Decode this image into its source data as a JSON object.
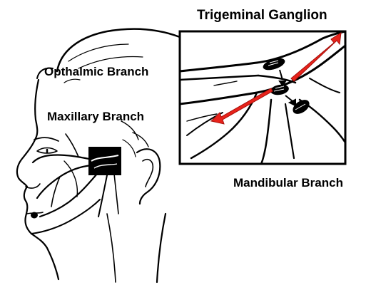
{
  "labels": {
    "trigeminal_ganglion": "Trigeminal Ganglion",
    "ophthalmic_branch": "Opthalmic Branch",
    "maxillary_branch": "Maxillary Branch",
    "mandibular_branch": "Mandibular Branch"
  },
  "colors": {
    "ink": "#000000",
    "background": "#ffffff",
    "arrow": "#e8231b"
  }
}
